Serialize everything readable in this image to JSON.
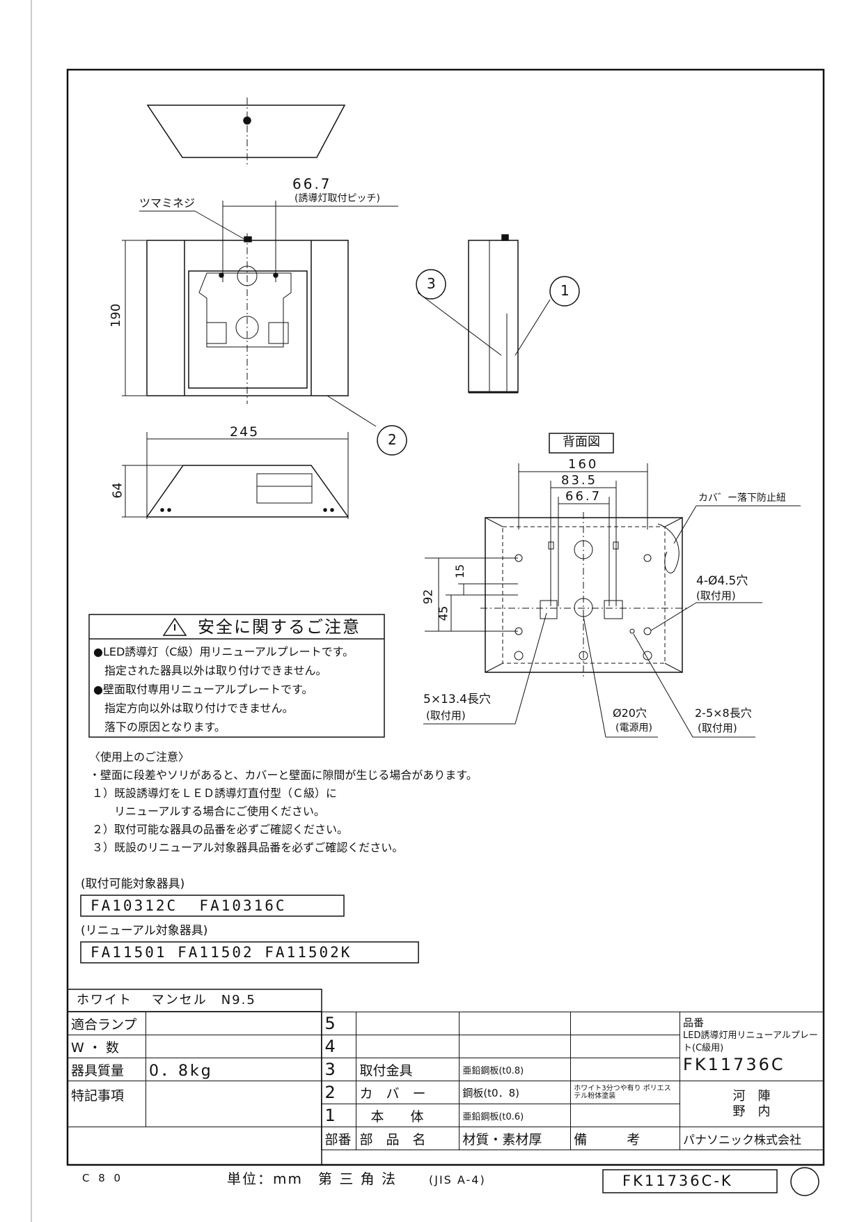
{
  "drawing": {
    "labels": {
      "thumbscrew": "ツマミネジ",
      "pitch_value": "66.7",
      "pitch_note": "(誘導灯取付ピッチ)",
      "height_190": "190",
      "width_245": "245",
      "depth_64": "64",
      "callout_1": "1",
      "callout_2": "2",
      "callout_3": "3",
      "rear_view": "背面図",
      "dim_160": "160",
      "dim_83_5": "83.5",
      "dim_66_7": "66.7",
      "dim_92": "92",
      "dim_45": "45",
      "dim_15": "15",
      "cord": "カバ゛ー落下防止紐",
      "holes_4": "4-Ø4.5穴",
      "holes_4_use": "(取付用)",
      "slot_5x13": "5×13.4長穴",
      "slot_5x13_use": "(取付用)",
      "hole_20": "Ø20穴",
      "hole_20_use": "(電源用)",
      "slot_2_5x8": "2-5×8長穴",
      "slot_2_5x8_use": "(取付用)"
    }
  },
  "safety": {
    "title": "安全に関するご注意",
    "lines": [
      "●LED誘導灯（C級）用リニューアルプレートです。",
      "　指定された器具以外は取り付けできません。",
      "●壁面取付専用リニューアルプレートです。",
      "　指定方向以外は取り付けできません。",
      "　落下の原因となります。"
    ]
  },
  "usage": {
    "heading": "〈使用上のご注意〉",
    "lines": [
      "・壁面に段差やソリがあると、カバーと壁面に隙間が生じる場合があります。",
      "１）既設誘導灯をＬＥＤ誘導灯直付型（Ｃ級）に",
      "　　リニューアルする場合にご使用ください。",
      "２）取付可能な器具の品番を必ずご確認ください。",
      "３）既設のリニューアル対象器具品番を必ずご確認ください。"
    ]
  },
  "compatible": {
    "heading": "(取付可能対象器具)",
    "models": "FA10312C  FA10316C"
  },
  "renewal": {
    "heading": "(リニューアル対象器具)",
    "models": "FA11501 FA11502 FA11502K"
  },
  "title_block": {
    "color": "ホワイト　 マンセル　N9.5",
    "rows": [
      {
        "label": "適合ランプ",
        "value": "",
        "no": "5",
        "part": "",
        "material": "",
        "note": ""
      },
      {
        "label": "W ・ 数",
        "value": "",
        "no": "4",
        "part": "",
        "material": "",
        "note": ""
      },
      {
        "label": "器具質量",
        "value": "0．8kg",
        "no": "3",
        "part": "取付金具",
        "material": "亜鉛鋼板(t0.8)",
        "note": ""
      },
      {
        "label": "特記事項",
        "value": "",
        "no": "2",
        "part": "カ　バ　ー",
        "material": "鋼板(t0．8)",
        "note": "ホワイト3分つや有り ポリエステル粉体塗装"
      },
      {
        "label": "",
        "value": "",
        "no": "1",
        "part": "本　　体",
        "material": "亜鉛鋼板(t0.6)",
        "note": ""
      }
    ],
    "header": {
      "no": "部番",
      "part": "部　品　名",
      "material": "材質・素材厚",
      "note": "備　　　考"
    },
    "product_label": "品番",
    "product_desc": "LED誘導灯用リニューアルプレート(C級用)",
    "product_code": "FK11736C",
    "signature_1": "河　陣",
    "signature_2": "野　内",
    "company": "パナソニック株式会社"
  },
  "footer": {
    "code_left": "C 8 0",
    "unit": "単位：mm　第 三 角 法",
    "standard": "(JIS A-4)",
    "drawing_no": "FK11736C-K"
  }
}
